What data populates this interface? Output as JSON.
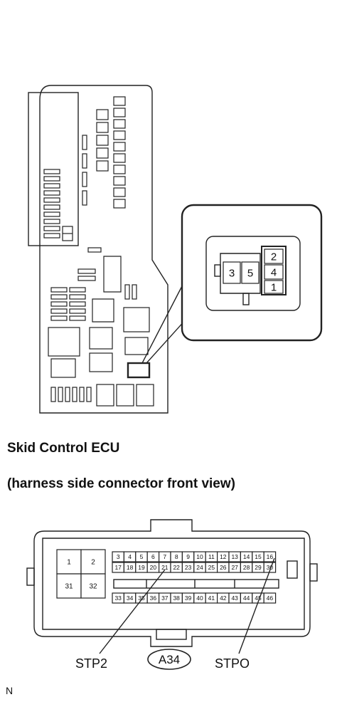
{
  "junction_block": {
    "inset_pins": [
      "3",
      "5",
      "2",
      "4",
      "1"
    ]
  },
  "captions": {
    "title": "Skid Control ECU",
    "subtitle": "(harness side connector front view)"
  },
  "connector": {
    "code": "A34",
    "large_pins": [
      "1",
      "2",
      "31",
      "32"
    ],
    "row1": [
      "3",
      "4",
      "5",
      "6",
      "7",
      "8",
      "9",
      "10",
      "11",
      "12",
      "13",
      "14",
      "15",
      "16"
    ],
    "row2": [
      "17",
      "18",
      "19",
      "20",
      "21",
      "22",
      "23",
      "24",
      "25",
      "26",
      "27",
      "28",
      "29",
      "30"
    ],
    "row3": [
      "33",
      "34",
      "35",
      "36",
      "37",
      "38",
      "39",
      "40",
      "41",
      "42",
      "43",
      "44",
      "45",
      "46"
    ],
    "labels": {
      "left": "STP2",
      "right": "STPO"
    }
  },
  "footer": {
    "letter": "N"
  }
}
